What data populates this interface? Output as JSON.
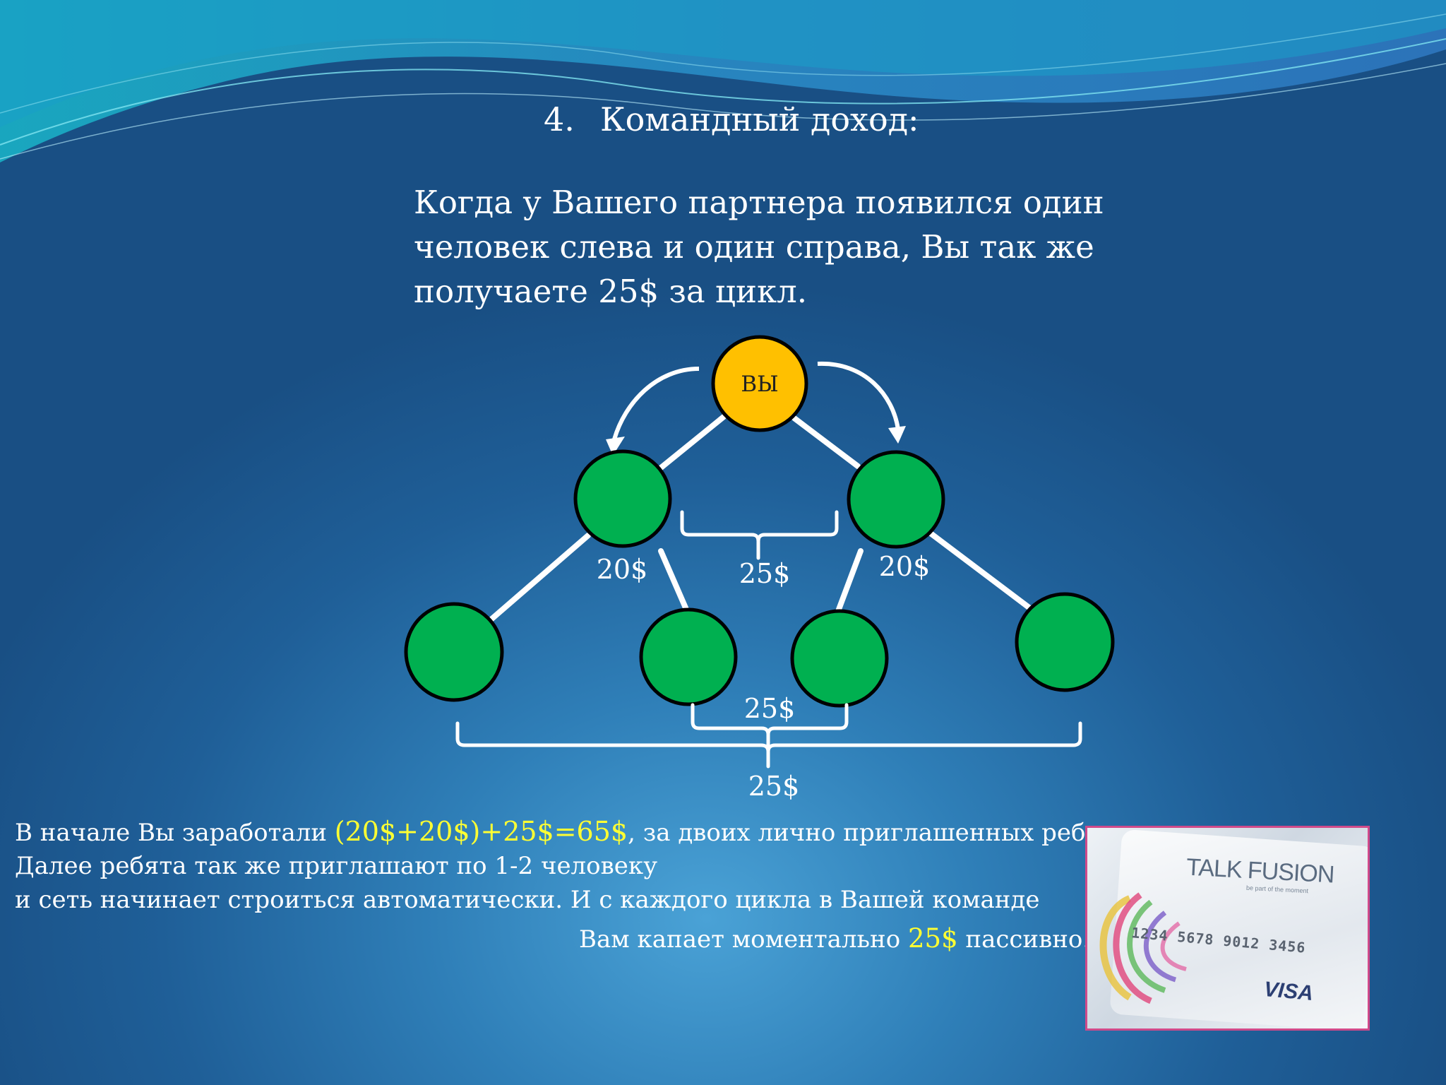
{
  "slide": {
    "title_number": "4.",
    "title_text": "Командный доход:",
    "paragraph_lines": [
      "Когда у Вашего партнера появился один",
      "человек слева и один справа, Вы так же",
      "получаете 25$ за цикл."
    ]
  },
  "diagram": {
    "top_node_label": "ВЫ",
    "left_bonus": "20$",
    "right_bonus": "20$",
    "middle_cycle": "25$",
    "lower_cycle": "25$",
    "bottom_cycle": "25$",
    "colors": {
      "top_node": "#ffc000",
      "child_node": "#00b050",
      "connector": "#ffffff"
    }
  },
  "footer": {
    "line1_pre": "В начале Вы заработали ",
    "line1_highlight": "(20$+20$)+25$=65$",
    "line1_post": ", за двоих лично приглашенных ребят.",
    "line2": "Далее ребята так же приглашают по 1-2 человеку",
    "line3": "и сеть начинает строиться автоматически. И с каждого цикла в Вашей команде",
    "line4_pre": "Вам капает моментально ",
    "line4_highlight": "25$",
    "line4_post": " пассивно.",
    "highlight_color": "#ffff33"
  },
  "card": {
    "brand": "TALK FUSION",
    "tagline": "be part of the moment",
    "number": "1234 5678 9012 3456",
    "network": "VISA"
  }
}
